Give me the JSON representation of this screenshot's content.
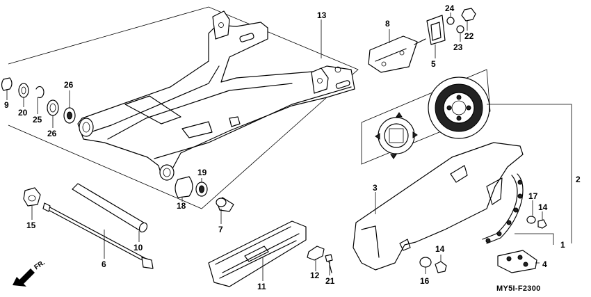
{
  "diagram": {
    "code": "MY5I-F2300",
    "front_marker": "FR."
  },
  "callouts": {
    "p1": "1",
    "p2": "2",
    "p3": "3",
    "p4": "4",
    "p5": "5",
    "p6": "6",
    "p7": "7",
    "p8": "8",
    "p9": "9",
    "p10": "10",
    "p11": "11",
    "p12": "12",
    "p13": "13",
    "p14a": "14",
    "p14b": "14",
    "p15": "15",
    "p16": "16",
    "p17": "17",
    "p18": "18",
    "p19": "19",
    "p20": "20",
    "p21": "21",
    "p22": "22",
    "p23": "23",
    "p24": "24",
    "p25": "25",
    "p26a": "26",
    "p26b": "26"
  }
}
